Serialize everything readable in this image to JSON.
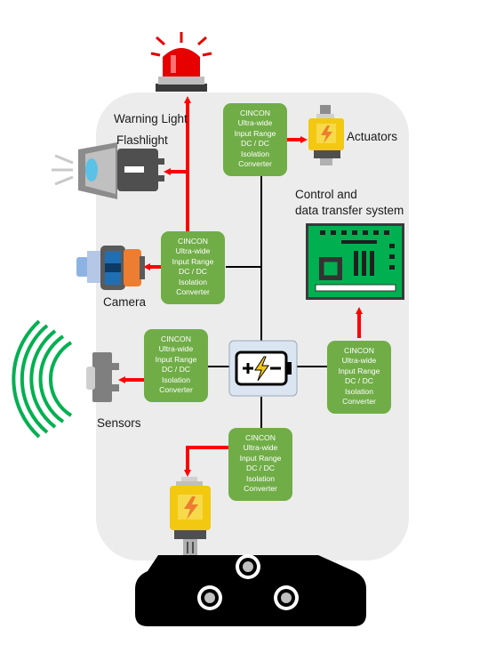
{
  "labels": {
    "warning_light": "Warning Light",
    "flashlight": "Flashlight",
    "camera": "Camera",
    "sensors": "Sensors",
    "actuators": "Actuators",
    "control_line1": "Control and",
    "control_line2": "data transfer system"
  },
  "converters": [
    {
      "lines": [
        "CINCON",
        "Ultra-wide",
        "Input Range",
        "DC / DC",
        "Isolation",
        "Converter"
      ]
    },
    {
      "lines": [
        "CINCON",
        "Ultra-wide",
        "Input Range",
        "DC / DC",
        "Isolation",
        "Converter"
      ]
    },
    {
      "lines": [
        "CINCON",
        "Ultra-wide",
        "Input Range",
        "DC / DC",
        "Isolation",
        "Converter"
      ]
    },
    {
      "lines": [
        "CINCON",
        "Ultra-wide",
        "Input Range",
        "DC / DC",
        "Isolation",
        "Converter"
      ]
    },
    {
      "lines": [
        "CINCON",
        "Ultra-wide",
        "Input Range",
        "DC / DC",
        "Isolation",
        "Converter"
      ]
    }
  ],
  "colors": {
    "converter_fill": "#70ad47",
    "arrow": "#ff0000",
    "body_panel": "#ececec",
    "battery_frame": "#dbe5f1",
    "pcb_green": "#00b050",
    "sensor_waves": "#00b050",
    "wheelbase": "#000000"
  }
}
